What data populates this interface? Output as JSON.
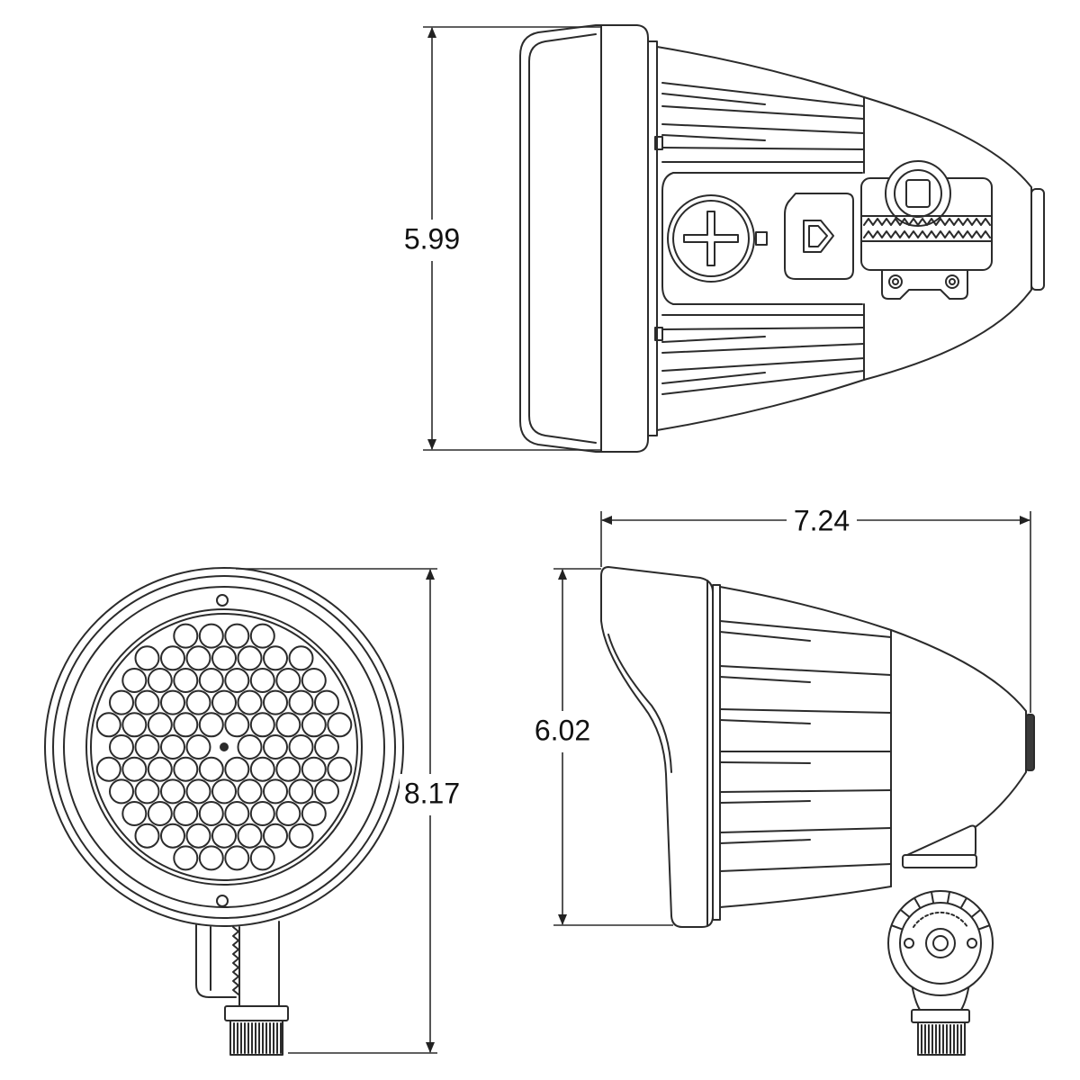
{
  "dimensions": {
    "top_view_height": "5.99",
    "side_view_length": "7.24",
    "side_view_height": "6.02",
    "front_view_height": "8.17"
  }
}
